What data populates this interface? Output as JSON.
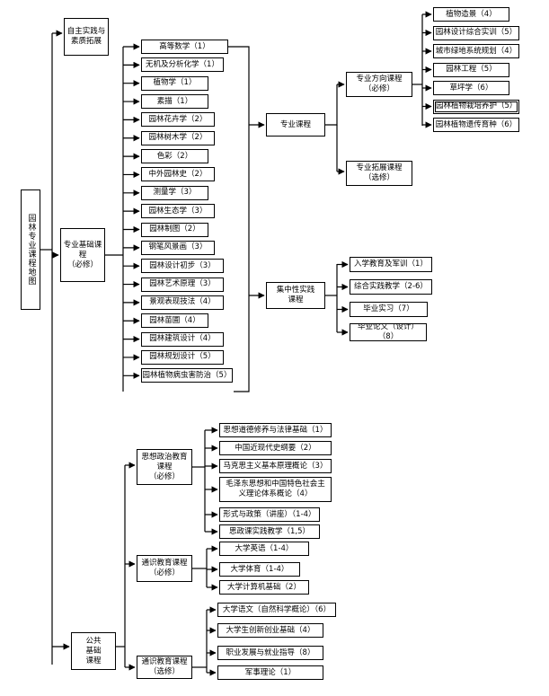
{
  "root": {
    "label": "园林专业课程地图"
  },
  "self_study": {
    "label": "自主实践与素质拓展"
  },
  "basic": {
    "label": "专业基础课程\n（必修）",
    "courses": [
      "高等数学（1）",
      "无机及分析化学（1）",
      "植物学（1）",
      "素描（1）",
      "园林花卉学（2）",
      "园林树木学（2）",
      "色彩（2）",
      "中外园林史（2）",
      "测量学（3）",
      "园林生态学（3）",
      "园林制图（2）",
      "钢笔风景画（3）",
      "园林设计初步（3）",
      "园林艺术原理（3）",
      "景观表现技法（4）",
      "园林苗圃（4）",
      "园林建筑设计（4）",
      "园林规划设计（5）",
      "园林植物病虫害防治（5）"
    ]
  },
  "major": {
    "label": "专业课程"
  },
  "direction": {
    "label": "专业方向课程\n（必修）",
    "courses": [
      "植物造景（4）",
      "园林设计综合实训（5）",
      "城市绿地系统规划（4）",
      "园林工程（5）",
      "草坪学（6）",
      "园林植物栽培养护（5）",
      "园林植物遗传育种（6）"
    ]
  },
  "extension": {
    "label": "专业拓展课程\n（选修）"
  },
  "practice": {
    "label": "集中性实践\n课程",
    "courses": [
      "入学教育及军训（1）",
      "综合实践教学（2-6）",
      "毕业实习（7）",
      "毕业论文（设计）\n（8）"
    ]
  },
  "public": {
    "label": "公共\n基础\n课程"
  },
  "ideology": {
    "label": "思想政治教育\n课程\n（必修）",
    "courses": [
      "思想道德修养与法律基础（1）",
      "中国近现代史纲要（2）",
      "马克思主义基本原理概论（3）",
      "毛泽东思想和中国特色社会主\n义理论体系概论（4）",
      "形式与政策（讲座）（1-4）",
      "思政课实践教学（1,5）"
    ]
  },
  "general_req": {
    "label": "通识教育课程\n（必修）",
    "courses": [
      "大学英语（1-4）",
      "大学体育（1-4）",
      "大学计算机基础（2）"
    ]
  },
  "general_opt": {
    "label": "通识教育课程\n（选修）",
    "courses": [
      "大学语文（自然科学概论）（6）",
      "大学生创新创业基础（4）",
      "职业发展与就业指导（8）",
      "军事理论（1）"
    ]
  }
}
